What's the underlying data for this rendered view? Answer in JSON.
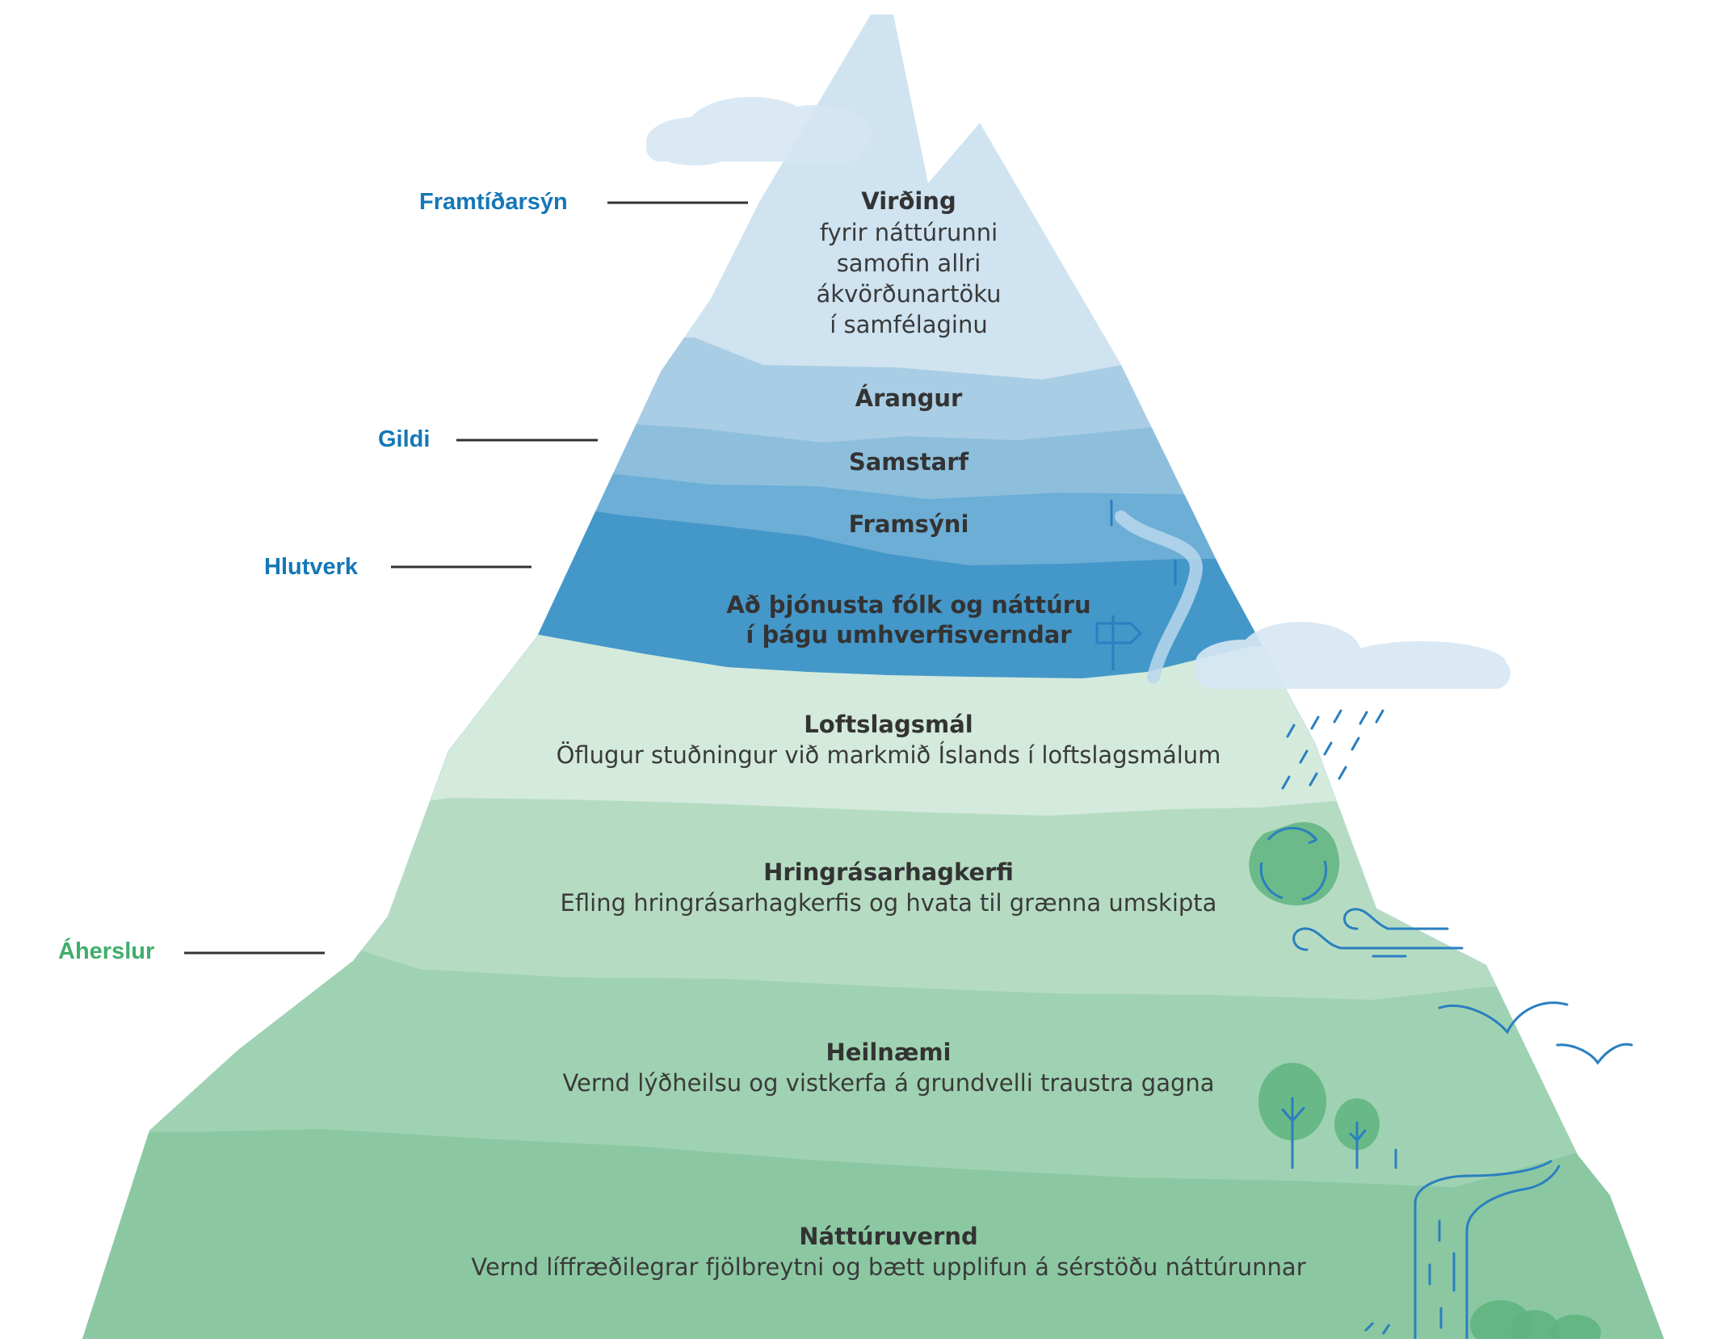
{
  "colors": {
    "blue_label": "#1577b7",
    "green_label": "#3fae6b",
    "leader_line": "#333333",
    "text_dark": "#333333",
    "vision_fill": "#cfe3f0",
    "values_fill_1": "#a9cde4",
    "values_fill_2": "#8dbfdd",
    "values_fill_3": "#6daed6",
    "mission_fill": "#4497c9",
    "focus_fill_1": "#d3eadc",
    "focus_fill_2": "#b5dcc3",
    "focus_fill_3": "#9fd2b2",
    "focus_fill_4": "#8bc8a2",
    "icon_blue": "#2a7fc0",
    "icon_green": "#5fb47f",
    "cloud": "#d6e7f3"
  },
  "side_labels": {
    "vision": "Framtíðarsýn",
    "values": "Gildi",
    "mission": "Hlutverk",
    "focus": "Áherslur"
  },
  "layers": {
    "vision": {
      "title": "Virðing",
      "lines": [
        "fyrir náttúrunni",
        "samofin allri",
        "ákvörðunartöku",
        "í samfélaginu"
      ]
    },
    "values": [
      "Árangur",
      "Samstarf",
      "Framsýni"
    ],
    "mission": {
      "lines": [
        "Að þjónusta fólk og náttúru",
        "í þágu umhverfisverndar"
      ]
    },
    "focus": [
      {
        "title": "Loftslagsmál",
        "desc": "Öflugur stuðningur við markmið Íslands í loftslagsmálum"
      },
      {
        "title": "Hringrásarhagkerfi",
        "desc": "Efling hringrásarhagkerfis og hvata til grænna umskipta"
      },
      {
        "title": "Heilnæmi",
        "desc": "Vernd lýðheilsu og vistkerfa á grundvelli traustra gagna"
      },
      {
        "title": "Náttúruvernd",
        "desc": "Vernd líffræðilegrar fjölbreytni og bætt upplifun á sérstöðu náttúrunnar"
      }
    ]
  },
  "icons": [
    "cloud-icon",
    "road-icon",
    "signpost-icon",
    "rain-icon",
    "recycle-icon",
    "wind-icon",
    "bird-icon",
    "tree-icon",
    "waterfall-icon",
    "bush-icon"
  ]
}
